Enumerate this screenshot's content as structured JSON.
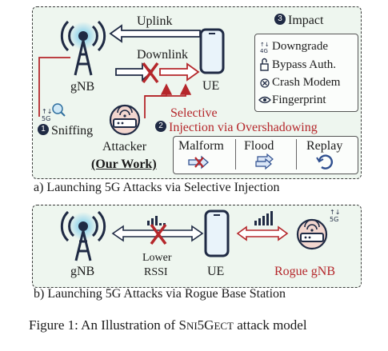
{
  "panel_a": {
    "uplink": "Uplink",
    "downlink": "Downlink",
    "gnb": "gNB",
    "ue": "UE",
    "impact": {
      "num": "3",
      "title": "Impact"
    },
    "impacts": [
      {
        "icon": "downgrade-4g-5g-icon",
        "label": "Downgrade"
      },
      {
        "icon": "lock-icon",
        "label": "Bypass Auth."
      },
      {
        "icon": "crash-x-icon",
        "label": "Crash Modem"
      },
      {
        "icon": "eye-icon",
        "label": "Fingerprint"
      }
    ],
    "sniffing": {
      "num": "1",
      "label": "Sniffing"
    },
    "injection": {
      "num": "2",
      "line1": "Selective",
      "line2": "Injection via Overshadowing"
    },
    "attacker": "Attacker",
    "our_work": "(Our Work)",
    "attack_types": [
      "Malform",
      "Flood",
      "Replay"
    ],
    "caption": "a) Launching 5G Attacks via Selective Injection"
  },
  "panel_b": {
    "gnb": "gNB",
    "ue": "UE",
    "lower": "Lower",
    "rssi": "RSSI",
    "rogue": "Rogue gNB",
    "caption": "b) Launching 5G Attacks via Rogue Base Station"
  },
  "figure_caption": {
    "prefix": "Figure 1: An Illustration of ",
    "name_s": "S",
    "name_ni": "NI",
    "name_5": "5",
    "name_g": "G",
    "name_ect": "ECT",
    "suffix": " attack model"
  },
  "colors": {
    "red": "#b5272b",
    "blue_glow": "#6ec6ea",
    "dark": "#1f2a44",
    "panel_bg": "#eef6ef"
  }
}
